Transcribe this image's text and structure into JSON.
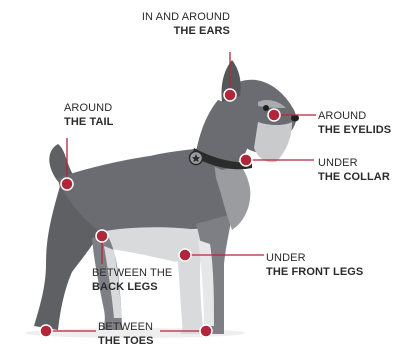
{
  "colors": {
    "marker": "#b3263a",
    "leader_line": "#b3263a",
    "coat_dark": "#5e6064",
    "coat_mid": "#7d7f84",
    "coat_light": "#d9dadb",
    "collar": "#2b2b2b",
    "label_text": "#2b2b2b"
  },
  "labels": {
    "ears": {
      "line1": "IN AND AROUND",
      "line2": "THE EARS"
    },
    "eyelids": {
      "line1": "AROUND",
      "line2": "THE EYELIDS"
    },
    "tail": {
      "line1": "AROUND",
      "line2": "THE TAIL"
    },
    "collar": {
      "line1": "UNDER",
      "line2": "THE COLLAR"
    },
    "front_legs": {
      "line1": "UNDER",
      "line2": "THE FRONT LEGS"
    },
    "back_legs": {
      "line1": "BETWEEN THE",
      "line2": "BACK LEGS"
    },
    "toes": {
      "line1": "BETWEEN",
      "line2": "THE TOES"
    }
  },
  "icons": [
    "schnauzer-dog-illustration",
    "collar-tag-icon",
    "marker-dot"
  ]
}
